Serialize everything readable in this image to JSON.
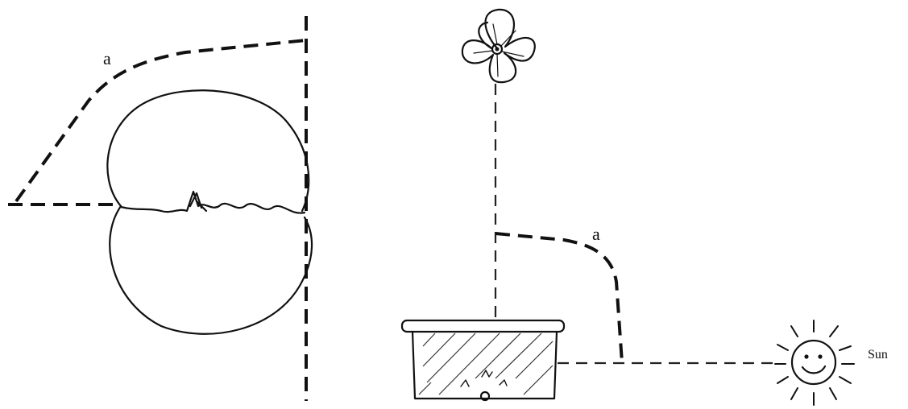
{
  "left_figure": {
    "angle_label": "a"
  },
  "right_figure": {
    "angle_label": "a",
    "sun_label": "Sun"
  }
}
